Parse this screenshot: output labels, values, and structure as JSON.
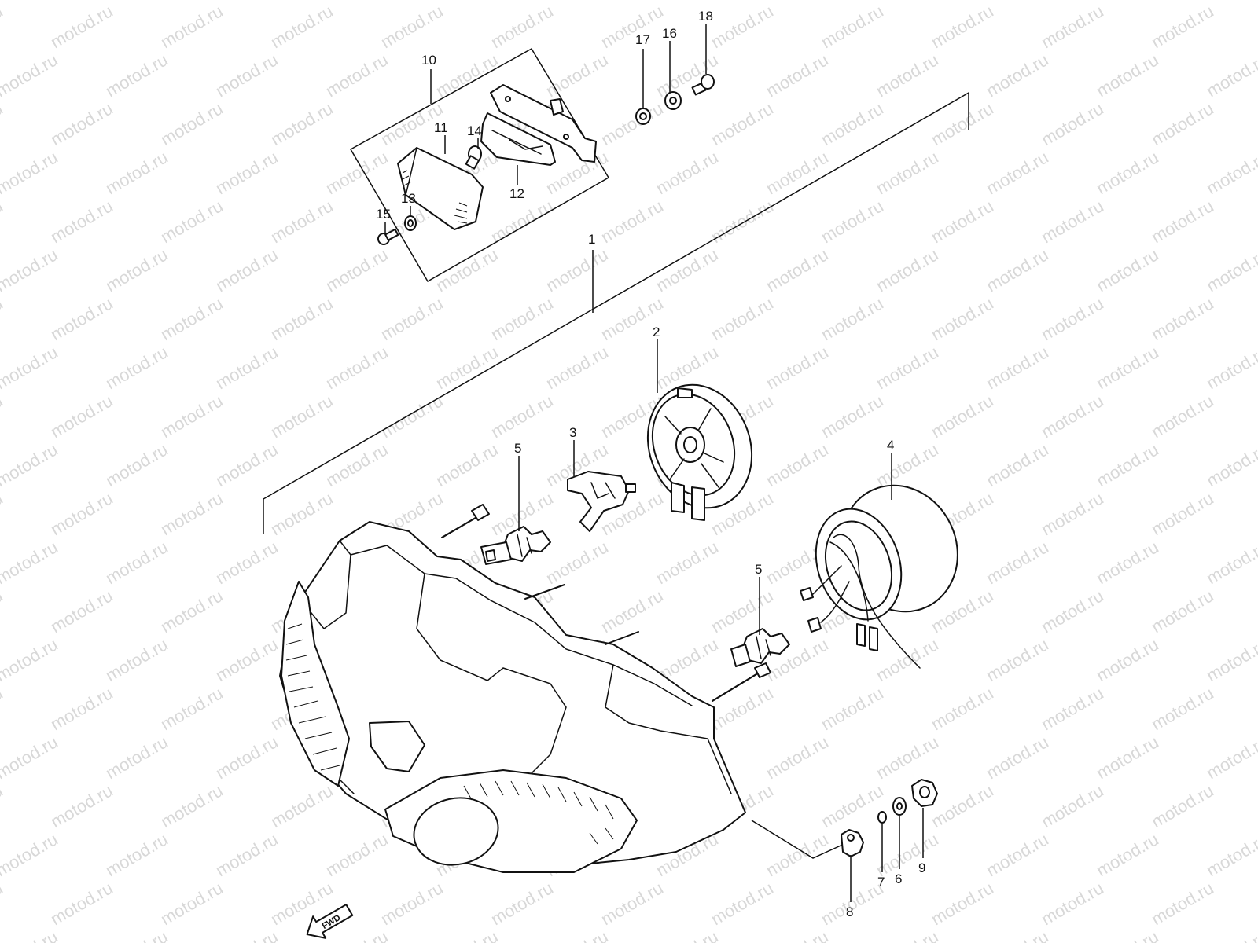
{
  "watermark": {
    "text": "motod.ru",
    "color": "#d8d8d8"
  },
  "callouts": [
    {
      "id": "1",
      "text": "1"
    },
    {
      "id": "2",
      "text": "2"
    },
    {
      "id": "3",
      "text": "3"
    },
    {
      "id": "4",
      "text": "4"
    },
    {
      "id": "5a",
      "text": "5"
    },
    {
      "id": "5b",
      "text": "5"
    },
    {
      "id": "6",
      "text": "6"
    },
    {
      "id": "7",
      "text": "7"
    },
    {
      "id": "8",
      "text": "8"
    },
    {
      "id": "9",
      "text": "9"
    },
    {
      "id": "10",
      "text": "10"
    },
    {
      "id": "11",
      "text": "11"
    },
    {
      "id": "12",
      "text": "12"
    },
    {
      "id": "13",
      "text": "13"
    },
    {
      "id": "14",
      "text": "14"
    },
    {
      "id": "15",
      "text": "15"
    },
    {
      "id": "16",
      "text": "16"
    },
    {
      "id": "17",
      "text": "17"
    },
    {
      "id": "18",
      "text": "18"
    }
  ],
  "fwd_arrow": {
    "text": "FWD",
    "icon": "fwd-arrow-icon"
  }
}
